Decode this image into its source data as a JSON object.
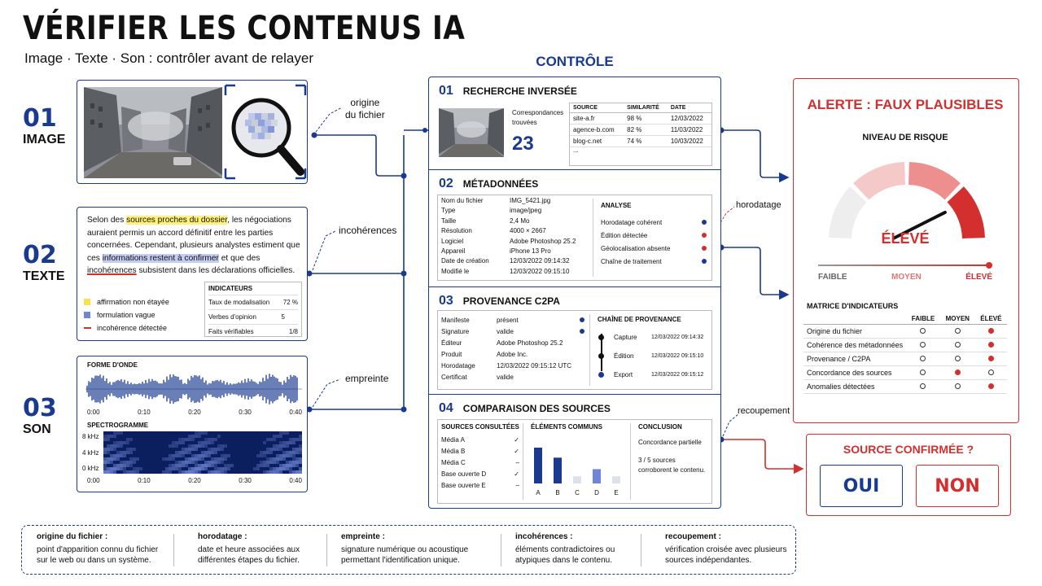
{
  "header": {
    "title": "VÉRIFIER LES CONTENUS IA",
    "subtitle": "Image · Texte · Son : contrôler avant de relayer"
  },
  "categories": [
    {
      "num": "01",
      "label": "IMAGE"
    },
    {
      "num": "02",
      "label": "TEXTE"
    },
    {
      "num": "03",
      "label": "SON"
    }
  ],
  "connectors": {
    "origin": "origine\ndu fichier",
    "incoherences": "incohérences",
    "empreinte": "empreinte",
    "horodatage": "horodatage",
    "recoupement": "recoupement"
  },
  "text_panel": {
    "p1": "Selon des ",
    "h1": "sources proches du dossier",
    "p2": ", les négociations auraient permis un accord définitif entre les parties concernées. Cependant, plusieurs analystes estiment que ces ",
    "h2": "informations restent à confirmer",
    "p3": " et que des ",
    "h3": "incohérences",
    "p4": " subsistent dans les déclarations officielles.",
    "legend": [
      "affirmation non étayée",
      "formulation vague",
      "incohérence détectée"
    ],
    "indicators_title": "INDICATEURS",
    "indicators": [
      {
        "label": "Taux de modalisation",
        "value": "72 %"
      },
      {
        "label": "Verbes d'opinion",
        "value": "5"
      },
      {
        "label": "Faits vérifiables",
        "value": "1/8"
      }
    ]
  },
  "sound_panel": {
    "waveform_title": "FORME D'ONDE",
    "spectro_title": "SPECTROGRAMME",
    "time_ticks": [
      "0:00",
      "0:10",
      "0:20",
      "0:30",
      "0:40"
    ],
    "freq_ticks": [
      "8 kHz",
      "4 kHz",
      "0 kHz"
    ]
  },
  "control": {
    "title": "CONTRÔLE",
    "s1": {
      "num": "01",
      "title": "RECHERCHE INVERSÉE",
      "match_label": "Correspondances trouvées",
      "match_count": "23",
      "headers": [
        "SOURCE",
        "SIMILARITÉ",
        "DATE"
      ],
      "rows": [
        [
          "site-a.fr",
          "98 %",
          "12/03/2022"
        ],
        [
          "agence-b.com",
          "82 %",
          "11/03/2022"
        ],
        [
          "blog-c.net",
          "74 %",
          "10/03/2022"
        ]
      ],
      "more": "..."
    },
    "s2": {
      "num": "02",
      "title": "MÉTADONNÉES",
      "rows": [
        [
          "Nom du fichier",
          "IMG_5421.jpg"
        ],
        [
          "Type",
          "image/jpeg"
        ],
        [
          "Taille",
          "2,4 Mo"
        ],
        [
          "Résolution",
          "4000 × 2667"
        ],
        [
          "Logiciel",
          "Adobe Photoshop 25.2"
        ],
        [
          "Appareil",
          "iPhone 13 Pro"
        ],
        [
          "Date de création",
          "12/03/2022 09:14:32"
        ],
        [
          "Modifié le",
          "12/03/2022 09:15:10"
        ]
      ],
      "analysis_title": "ANALYSE",
      "analysis": [
        {
          "label": "Horodatage cohérent",
          "status": "#1a3a8f"
        },
        {
          "label": "Édition détectée",
          "status": "#d32f2f"
        },
        {
          "label": "Géolocalisation absente",
          "status": "#d32f2f"
        },
        {
          "label": "Chaîne de traitement",
          "status": "#1a3a8f"
        }
      ]
    },
    "s3": {
      "num": "03",
      "title": "PROVENANCE C2PA",
      "rows": [
        [
          "Manifeste",
          "présent"
        ],
        [
          "Signature",
          "valide"
        ],
        [
          "Éditeur",
          "Adobe Photoshop 25.2"
        ],
        [
          "Produit",
          "Adobe Inc."
        ],
        [
          "Horodatage",
          "12/03/2022 09:15:12 UTC"
        ],
        [
          "Certificat",
          "valide"
        ]
      ],
      "chain_title": "CHAÎNE DE PROVENANCE",
      "chain": [
        {
          "label": "Capture",
          "date": "12/03/2022 09:14:32"
        },
        {
          "label": "Édition",
          "date": "12/03/2022 09:15:10"
        },
        {
          "label": "Export",
          "date": "12/03/2022 09:15:12"
        }
      ]
    },
    "s4": {
      "num": "04",
      "title": "COMPARAISON DES SOURCES",
      "consulted_title": "SOURCES CONSULTÉES",
      "consulted": [
        {
          "label": "Média A",
          "mark": "✓"
        },
        {
          "label": "Média B",
          "mark": "✓"
        },
        {
          "label": "Média C",
          "mark": "–"
        },
        {
          "label": "Base ouverte D",
          "mark": "✓"
        },
        {
          "label": "Base ouverte E",
          "mark": "–"
        }
      ],
      "common_title": "ÉLÉMENTS COMMUNS",
      "conclusion_title": "CONCLUSION",
      "conclusion_1": "Concordance partielle",
      "conclusion_2": "3 / 5 sources corroborent le contenu."
    }
  },
  "chart_data": {
    "type": "bar",
    "categories": [
      "A",
      "B",
      "C",
      "D",
      "E"
    ],
    "values": [
      1.0,
      0.72,
      0.2,
      0.4,
      0.2
    ],
    "title": "ÉLÉMENTS COMMUNS",
    "colors": [
      "#1a3a8f",
      "#1a3a8f",
      "#dde1ea",
      "#6f86d6",
      "#dde1ea"
    ]
  },
  "alert": {
    "title": "ALERTE : FAUX PLAUSIBLES",
    "gauge_title": "NIVEAU DE RISQUE",
    "gauge_value": "ÉLEVÉ",
    "gauge_level": 0.8,
    "scale": [
      "FAIBLE",
      "MOYEN",
      "ÉLEVÉ"
    ],
    "matrix_title": "MATRICE D'INDICATEURS",
    "matrix_cols": [
      "FAIBLE",
      "MOYEN",
      "ÉLEVÉ"
    ],
    "matrix_rows": [
      {
        "label": "Origine du fichier",
        "level": 2
      },
      {
        "label": "Cohérence des métadonnées",
        "level": 2
      },
      {
        "label": "Provenance / C2PA",
        "level": 2
      },
      {
        "label": "Concordance des sources",
        "level": 1
      },
      {
        "label": "Anomalies détectées",
        "level": 2
      }
    ]
  },
  "confirm": {
    "question": "SOURCE CONFIRMÉE ?",
    "yes": "OUI",
    "no": "NON"
  },
  "glossary": [
    {
      "term": "origine du fichier :",
      "def": "point d'apparition connu du fichier sur le web ou dans un système."
    },
    {
      "term": "horodatage :",
      "def": "date et heure associées aux différentes étapes du fichier."
    },
    {
      "term": "empreinte :",
      "def": "signature numérique ou acoustique permettant l'identification unique."
    },
    {
      "term": "incohérences :",
      "def": "éléments contradictoires ou atypiques dans le contenu."
    },
    {
      "term": "recoupement :",
      "def": "vérification croisée avec plusieurs sources indépendantes."
    }
  ],
  "colors": {
    "blue": "#1a3a8f",
    "red": "#d32f2f",
    "highlight_yellow": "#fff176",
    "highlight_blue": "#c5cdf2"
  }
}
